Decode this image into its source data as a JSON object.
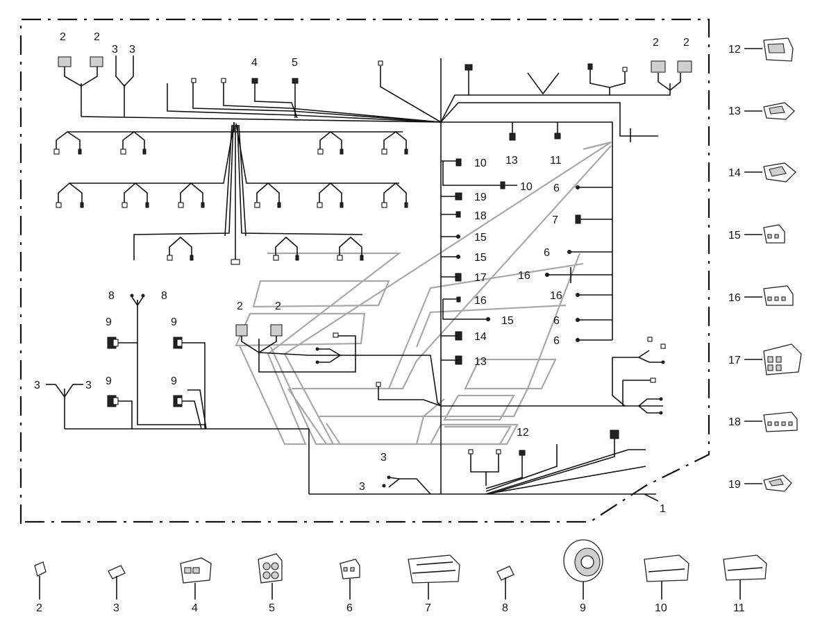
{
  "diagram": {
    "harness_label": "1",
    "top_labels": {
      "left_pair_a": "2",
      "left_pair_b": "2",
      "left_three_a": "3",
      "left_three_b": "3",
      "top_four": "4",
      "top_five": "5",
      "right_pair_a": "2",
      "right_pair_b": "2"
    },
    "center_labels": {
      "c13": "13",
      "c11": "11",
      "c10a": "10",
      "c10b": "10",
      "c19": "19",
      "c18": "18",
      "c15a": "15",
      "c15b": "15",
      "c17": "17",
      "c16a": "16",
      "c15c": "15",
      "c14": "14",
      "c13b": "13",
      "c6a": "6",
      "c7": "7",
      "c6b": "6",
      "c16b": "16",
      "c16c": "16",
      "c6c": "6",
      "c6d": "6"
    },
    "left_labels": {
      "l8a": "8",
      "l8b": "8",
      "l9a": "9",
      "l9b": "9",
      "l9c": "9",
      "l9d": "9",
      "l3a": "3",
      "l3b": "3",
      "l2a": "2",
      "l2b": "2"
    },
    "bottom_center_labels": {
      "b3a": "3",
      "b3b": "3",
      "b12": "12"
    },
    "legend_right": [
      "12",
      "13",
      "14",
      "15",
      "16",
      "17",
      "18",
      "19"
    ],
    "legend_bottom": [
      "2",
      "3",
      "4",
      "5",
      "6",
      "7",
      "8",
      "9",
      "10",
      "11"
    ]
  }
}
